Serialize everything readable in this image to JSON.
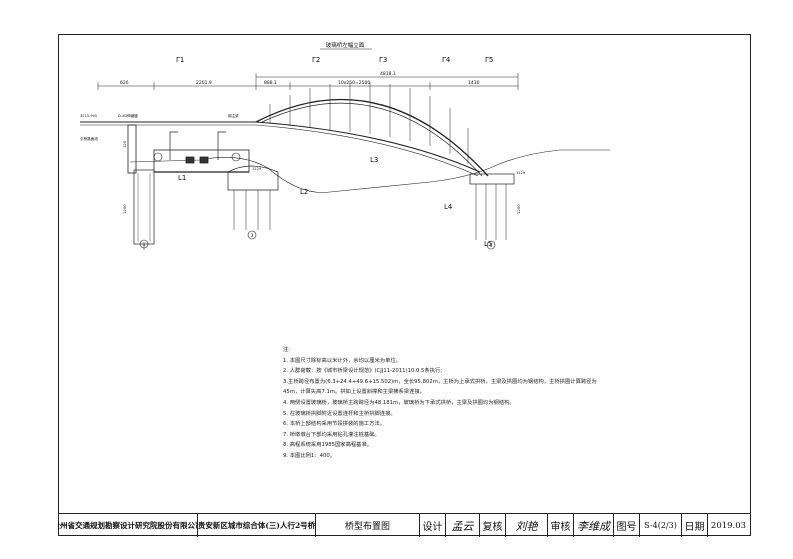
{
  "drawing": {
    "title": "玻璃桥左幅立面",
    "section_marks": [
      "Γ1",
      "Γ2",
      "Γ3",
      "Γ4",
      "Γ5"
    ],
    "dims_top_row": [
      "626",
      "2201.9",
      "888.1",
      "10x250=2500",
      "1430"
    ],
    "dims_span_total": "4818.1",
    "dim_left_label": "3215",
    "level_labels": [
      "3215.905",
      "1229",
      "1229"
    ],
    "vertical_dims": [
      "120",
      "1200",
      "1200"
    ],
    "callouts": {
      "road_label": "引桥路面线",
      "deck_label": "D-4D伸缩缝",
      "arch_label": "钢主梁"
    },
    "pier_labels": [
      "L1",
      "L2",
      "L3",
      "L4",
      "L5"
    ],
    "pier_circles": [
      "1",
      "3",
      "5"
    ]
  },
  "notes": {
    "heading": "注:",
    "items": [
      "1. 本图尺寸除标高以米计外，余均以厘米为单位。",
      "2. 人群荷载：按《城市桥梁设计规范》(CJJ11-2011)10.0.5条执行;",
      "3.主桥跨径布置为(6.3+24.4+49.6+15.502)m，全长95.802m，主桥为上承式拱桥，主梁及拱圈均为钢结构，主桥拱圈计算跨径为",
      "   45m，计算矢高7.1m。拱如上设置斜撑和主梁横系梁连接。",
      "4. 两侧设置玻璃桥，玻璃桥主跨跨径为48.181m，玻璃桥为下承式拱桥，主梁及拱圈均为钢结构。",
      "5. 在玻璃桥拱脚附近设置连杆和主桥拱脚连接。",
      "6. 本桥上部结构采用节段拼装的施工方法。",
      "7. 桥墩墩台下部均采用钻孔灌注桩基础。",
      "8. 高程系统采用1985国家高程基准。",
      "9. 本图比例1：400。"
    ]
  },
  "title_block": {
    "company": "贵州省交通规划勘察设计研究院股份有限公司",
    "project": "贵安新区城市综合体(三)人行2号桥",
    "drawing_name": "桥型布置图",
    "design_label": "设计",
    "design_sig": "孟云",
    "review_label": "复核",
    "review_sig": "刘艳",
    "approve_label": "审核",
    "approve_sig": "李维成",
    "sheet_label": "图号",
    "sheet_no": "S-4(2/3)",
    "date_label": "日期",
    "date_value": "2019.03"
  },
  "colors": {
    "line": "#222222",
    "paper": "#ffffff"
  }
}
